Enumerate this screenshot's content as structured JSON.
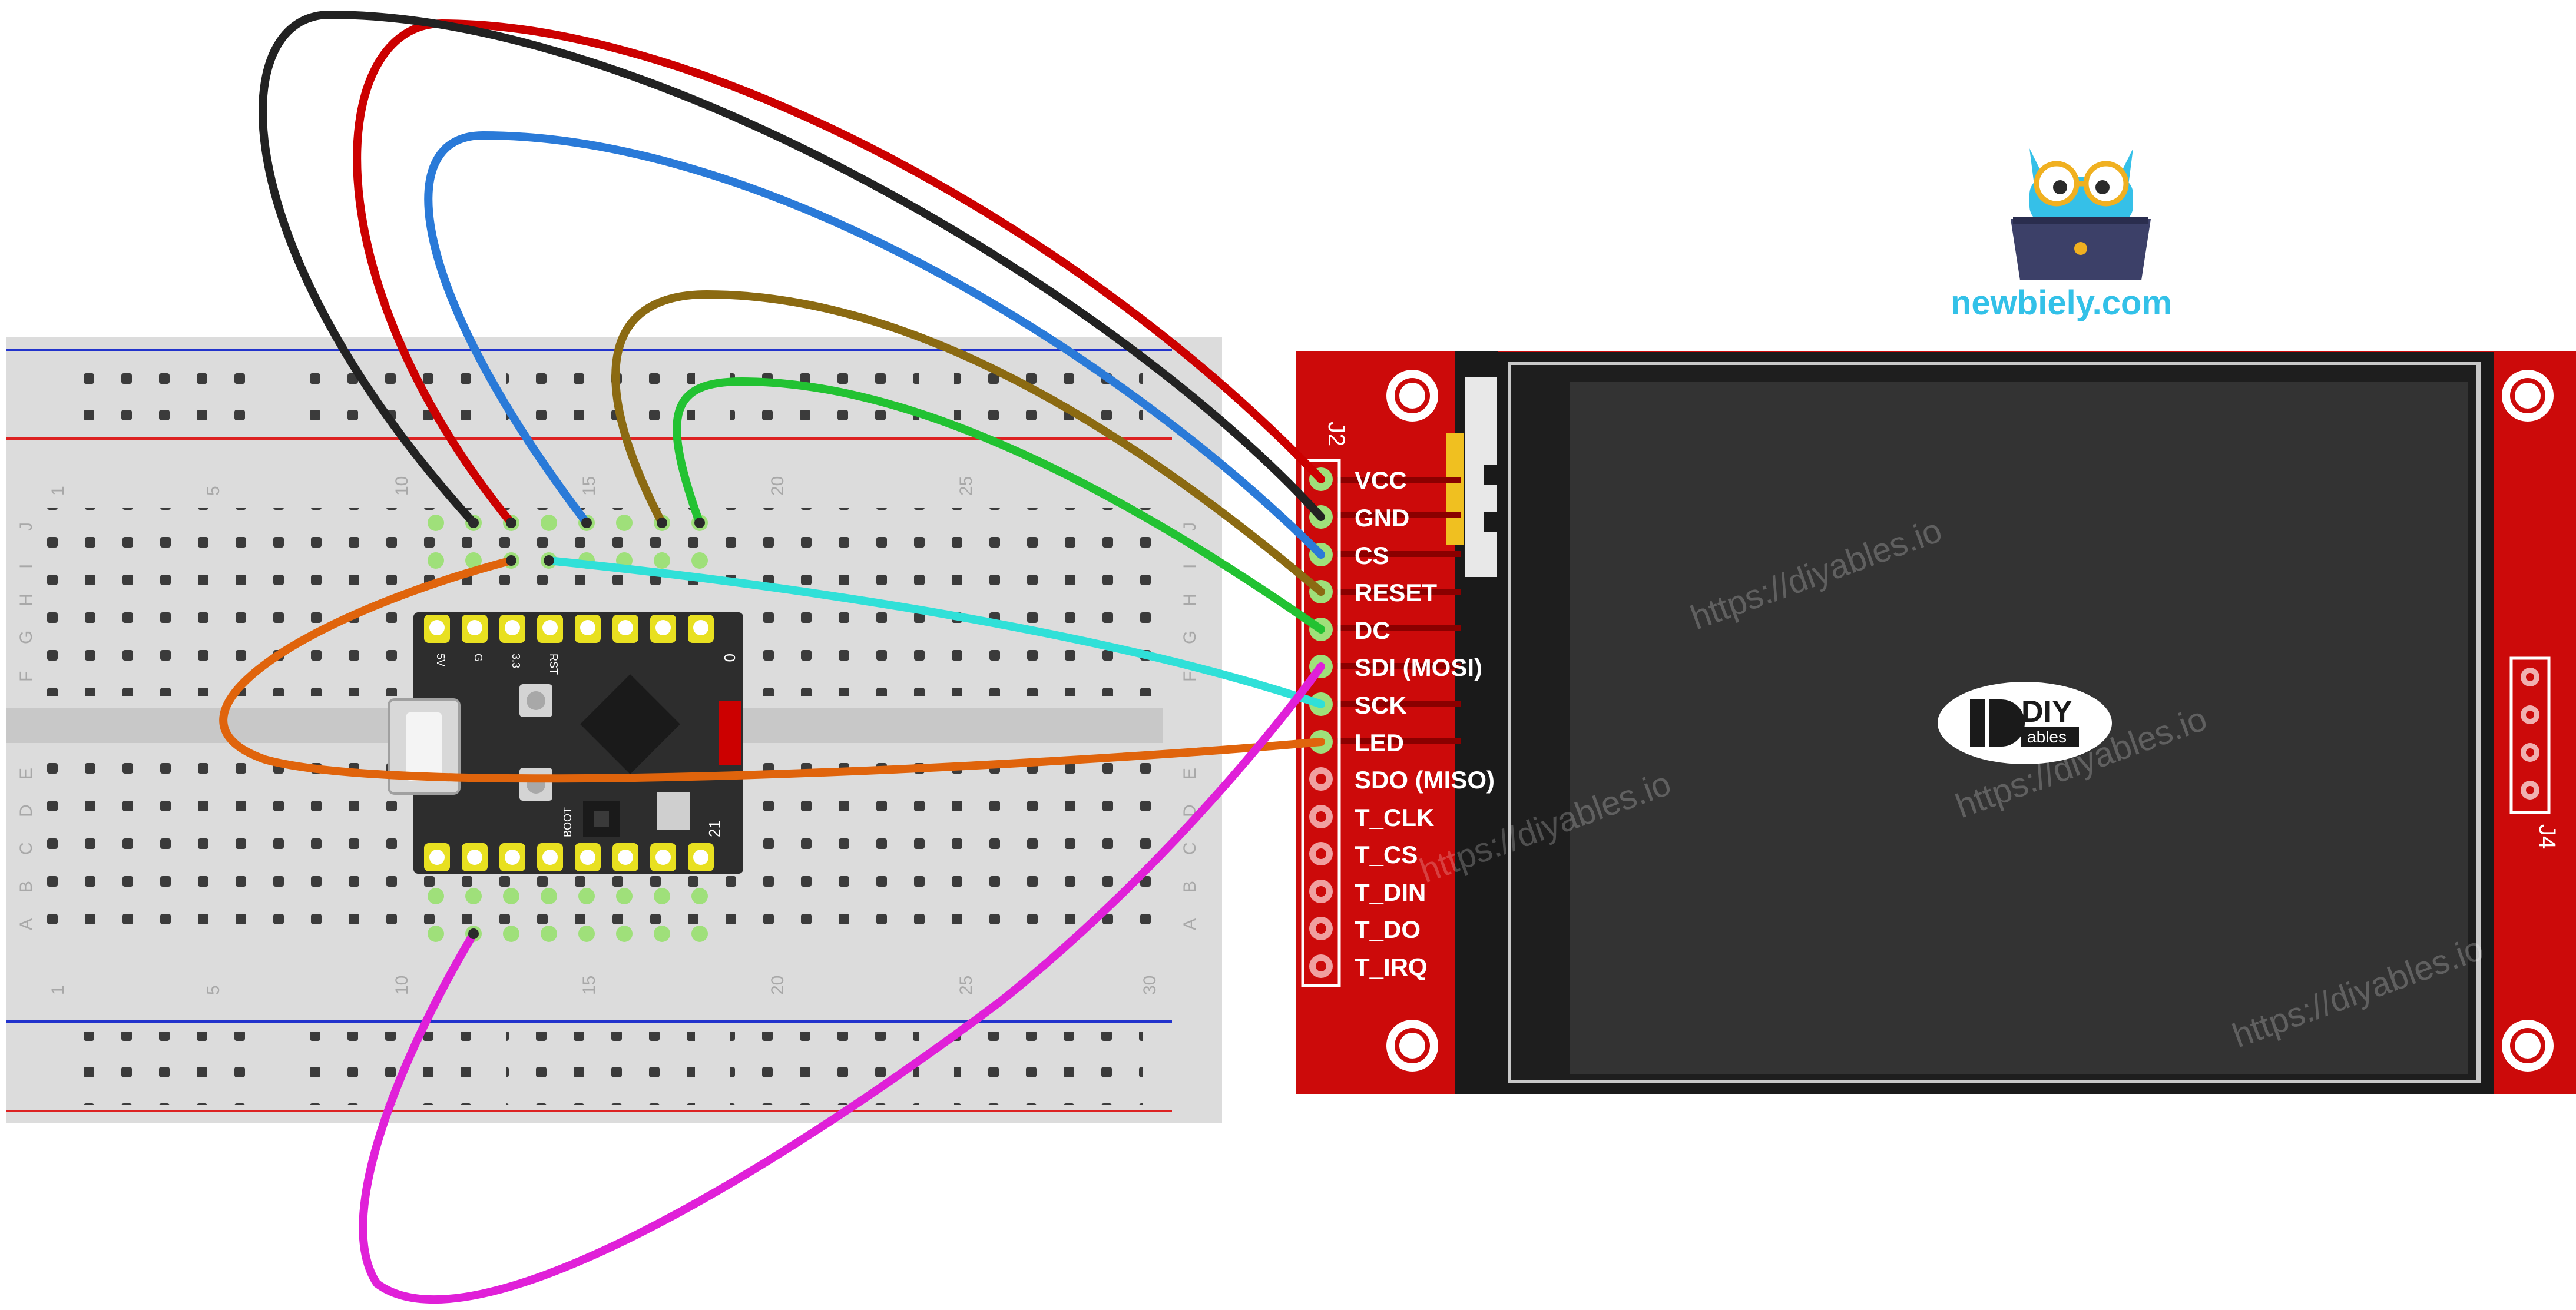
{
  "logo": {
    "brand": "newbiely.com",
    "diy": "DIY",
    "ables": "ables"
  },
  "watermark": "https://diyables.io",
  "tft": {
    "header_left": "J2",
    "header_right": "J4",
    "pins": [
      "VCC",
      "GND",
      "CS",
      "RESET",
      "DC",
      "SDI (MOSI)",
      "SCK",
      "LED",
      "SDO (MISO)",
      "T_CLK",
      "T_CS",
      "T_DIN",
      "T_DO",
      "T_IRQ"
    ]
  },
  "breadboard": {
    "col_numbers": [
      "1",
      "5",
      "10",
      "15",
      "20",
      "25",
      "30"
    ],
    "row_letters_top": [
      "J",
      "I",
      "H",
      "G",
      "F"
    ],
    "row_letters_bottom": [
      "E",
      "D",
      "C",
      "B",
      "A"
    ]
  },
  "board": {
    "pin_labels_top": [
      "5V",
      "G",
      "3.3",
      "RST",
      "0"
    ],
    "pin_labels_bottom": [
      "BOOT",
      "21"
    ]
  },
  "wires": [
    {
      "name": "vcc-wire",
      "color": "#cc0000"
    },
    {
      "name": "gnd-wire",
      "color": "#222222"
    },
    {
      "name": "cs-wire",
      "color": "#2a7ad8"
    },
    {
      "name": "reset-wire",
      "color": "#8b6a12"
    },
    {
      "name": "dc-wire",
      "color": "#22c232"
    },
    {
      "name": "sdi-wire",
      "color": "#e020d8"
    },
    {
      "name": "sck-wire",
      "color": "#30e0d8"
    },
    {
      "name": "led-wire",
      "color": "#e0640c"
    }
  ]
}
